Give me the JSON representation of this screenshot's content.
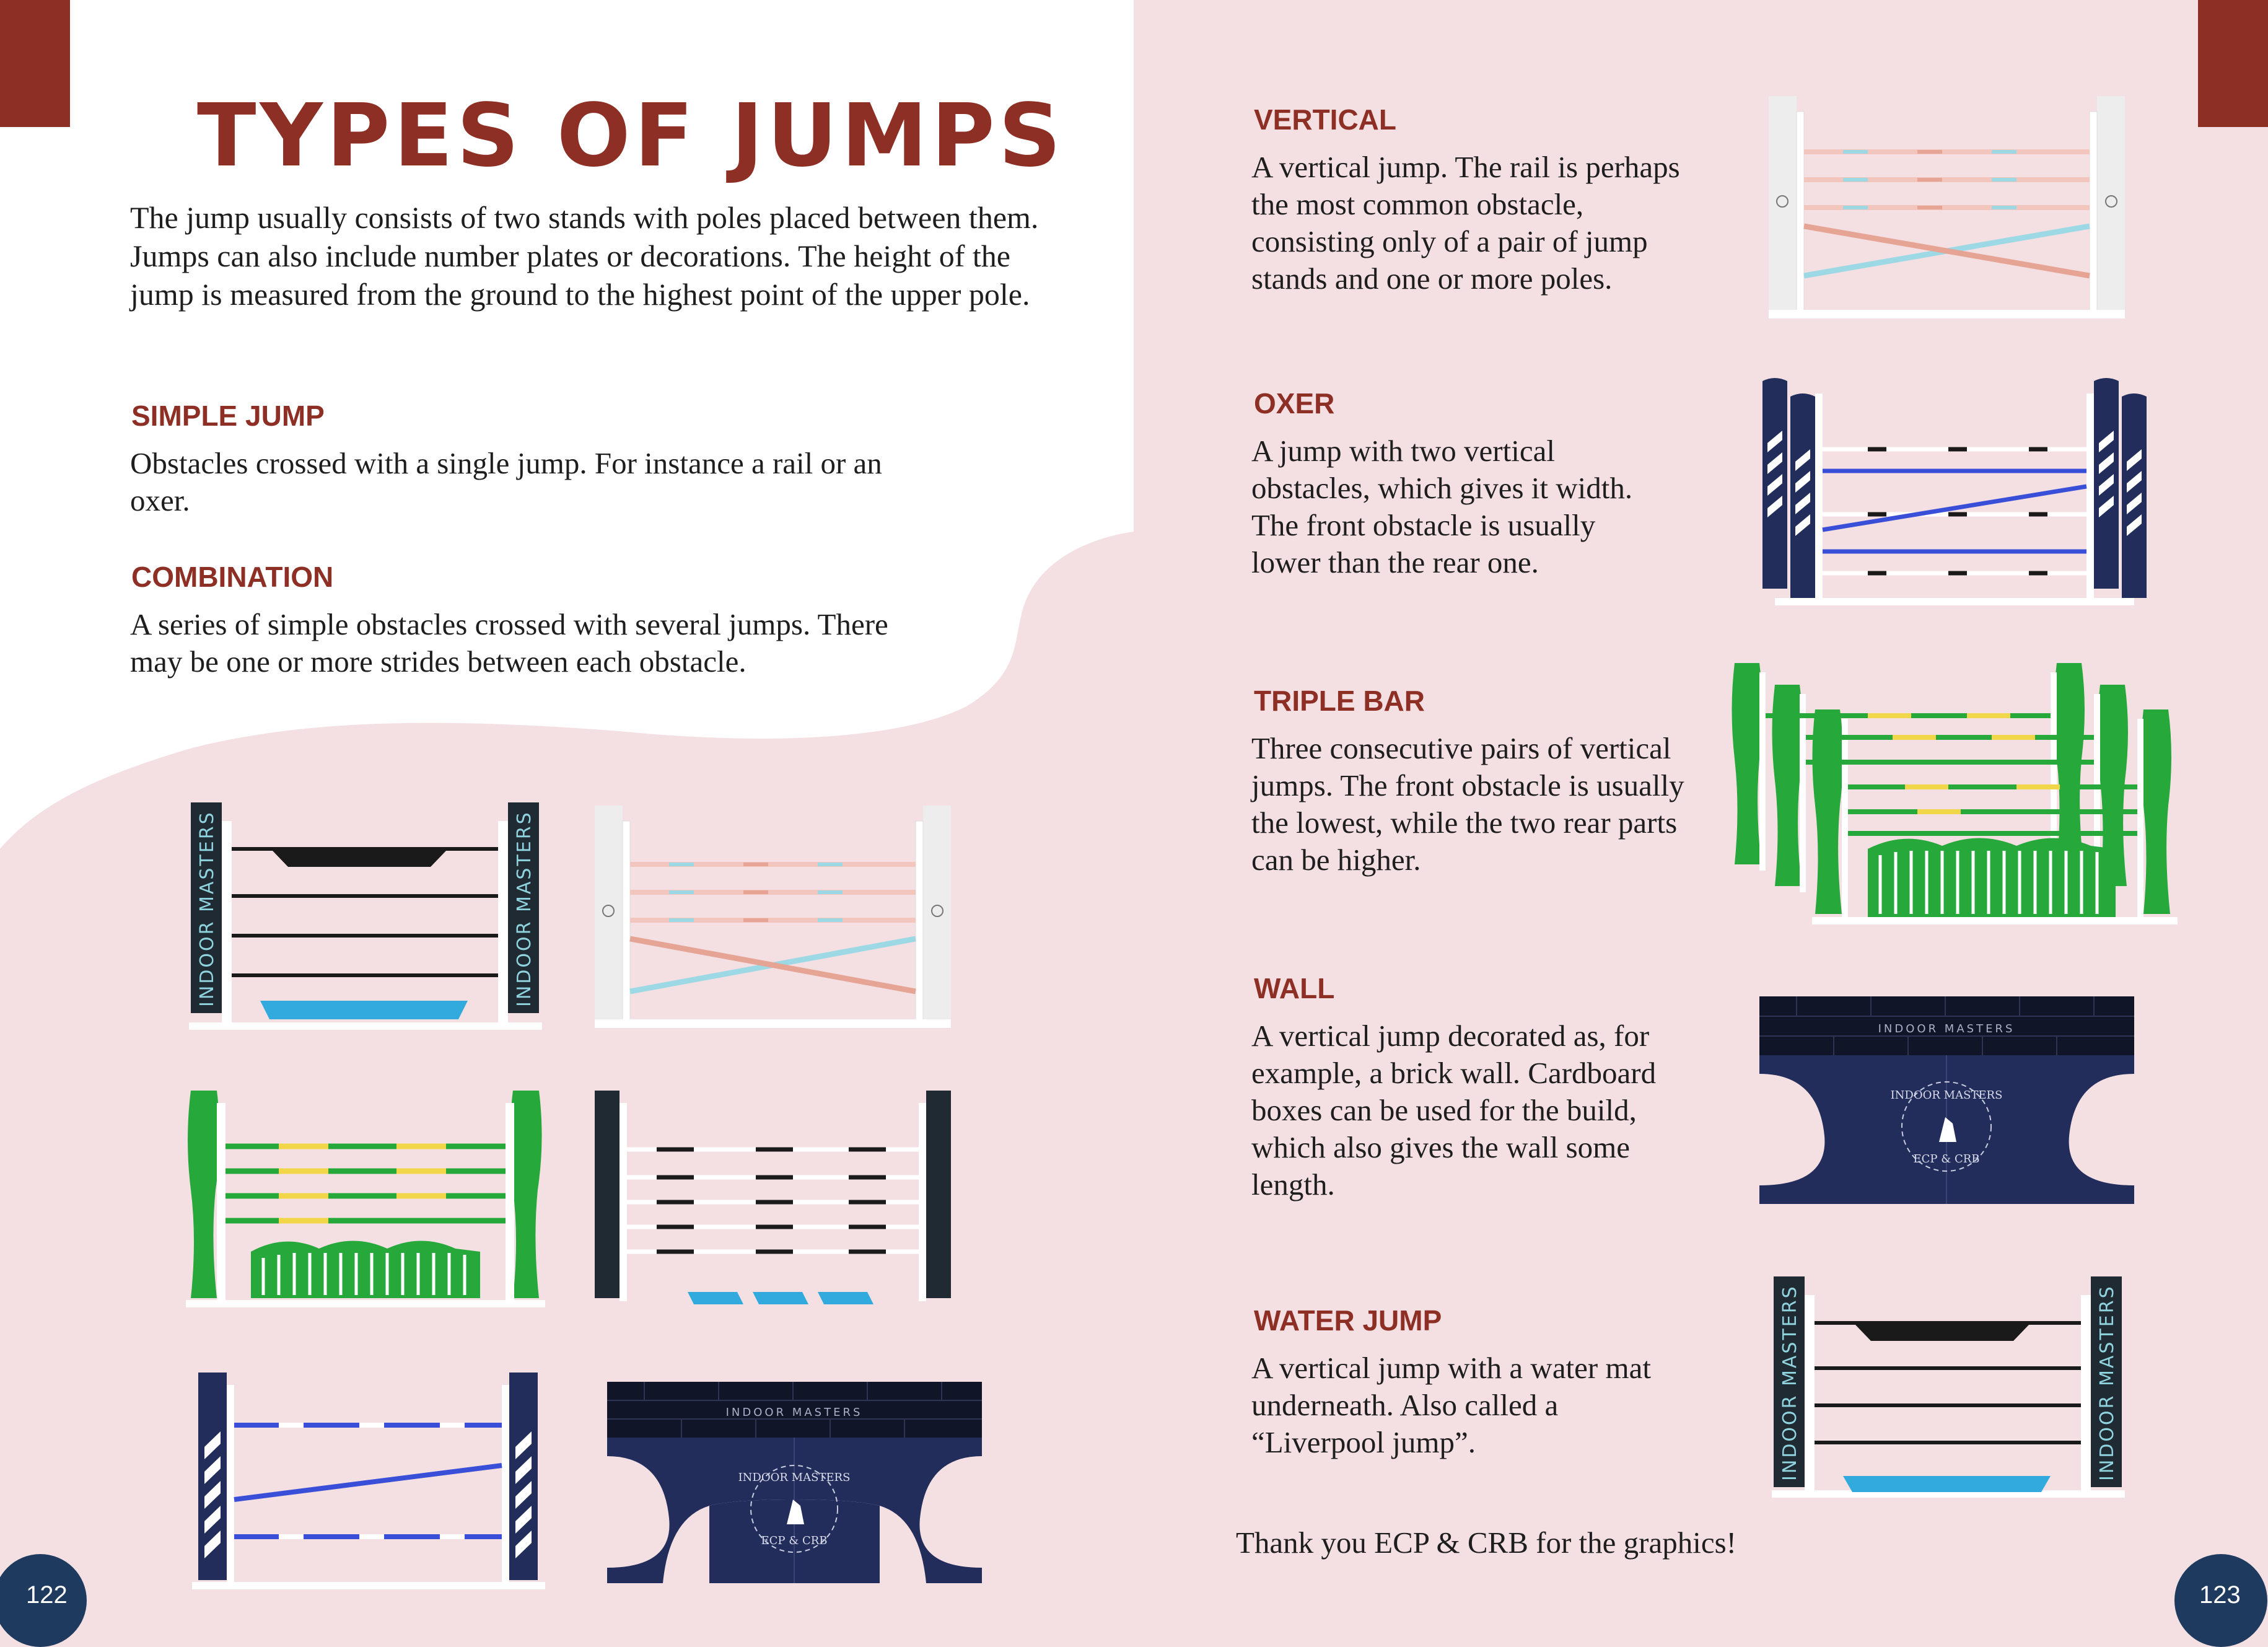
{
  "title": "TYPES OF JUMPS",
  "intro": "The jump usually consists of two stands with poles placed between them. Jumps can also include number plates or decorations. The height of the jump is measured from the ground to the highest point of the upper pole.",
  "sections": {
    "simple": {
      "heading": "SIMPLE JUMP",
      "text": "Obstacles crossed with a single jump. For instance a rail or an oxer."
    },
    "combination": {
      "heading": "COMBINATION",
      "text": "A series of simple obstacles crossed with several jumps. There may be one or more strides between each obstacle."
    },
    "vertical": {
      "heading": "VERTICAL",
      "text": "A vertical jump. The rail is perhaps the most common obstacle, consisting only of a pair of jump stands and one or more poles."
    },
    "oxer": {
      "heading": "OXER",
      "text": "A jump with two vertical obstacles, which gives it width. The front obstacle is usually lower than the rear one."
    },
    "triple_bar": {
      "heading": "TRIPLE BAR",
      "text": "Three consecutive pairs of vertical jumps. The front obstacle is usually the lowest, while the two rear parts can be higher."
    },
    "wall": {
      "heading": "WALL",
      "text": "A vertical jump decorated as, for example, a brick wall. Cardboard boxes can be used for the build, which also gives the wall some length."
    },
    "water": {
      "heading": "WATER JUMP",
      "text": "A vertical jump with a water mat underneath. Also called a “Liverpool jump”."
    }
  },
  "thanks": "Thank you ECP & CRB for the graphics!",
  "page_left": "122",
  "page_right": "123",
  "stand_text": {
    "indoor_masters": "INDOOR MASTERS",
    "wall_band": "INDOOR MASTERS",
    "seal_top": "INDOOR MASTERS",
    "seal_bottom": "ECP & CRB"
  },
  "colors": {
    "brand": "#8e2f25",
    "page_pink": "#f4e0e3",
    "navy": "#232d5c",
    "green": "#27a83a",
    "yellow": "#f2d64a",
    "water_blue": "#33aadd",
    "salmon": "#e6a494",
    "light_blue": "#9dd8e5"
  }
}
